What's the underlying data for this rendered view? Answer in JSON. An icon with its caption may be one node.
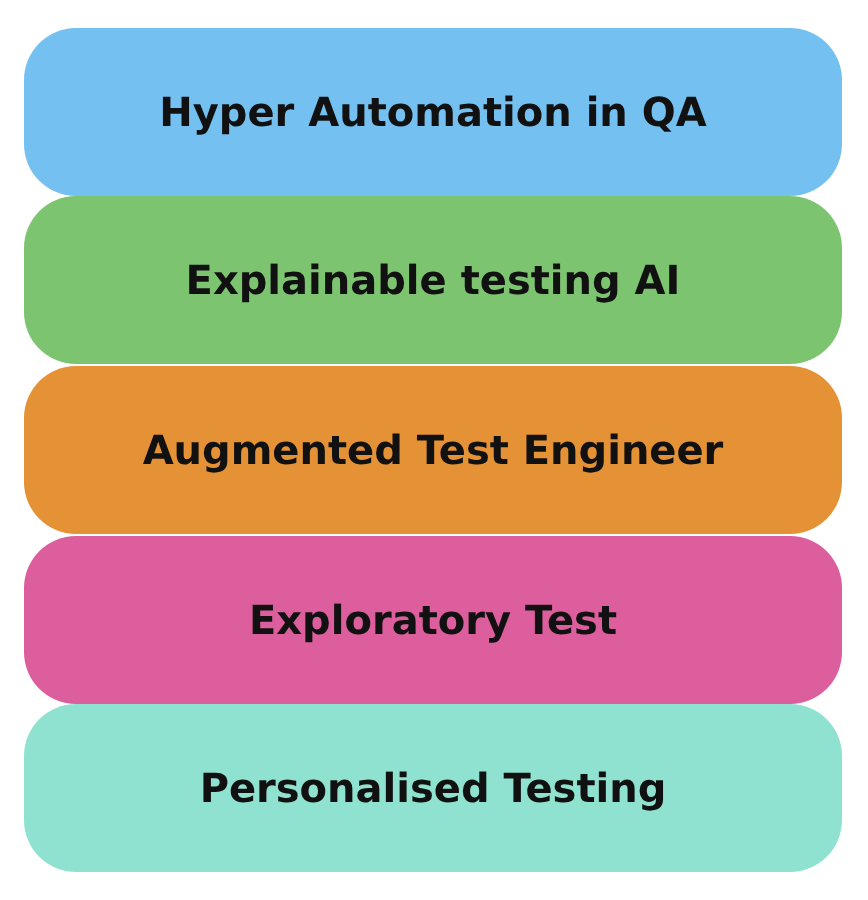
{
  "diagram": {
    "nodes": [
      {
        "text": [
          "Hyper Automation in QA"
        ]
      },
      {
        "text": [
          "Explainable testing AI"
        ]
      },
      {
        "text": [
          "Augmented Test Engineer"
        ]
      },
      {
        "text": [
          "Exploratory Test"
        ]
      },
      {
        "text": [
          "Personalised Testing"
        ]
      }
    ]
  }
}
